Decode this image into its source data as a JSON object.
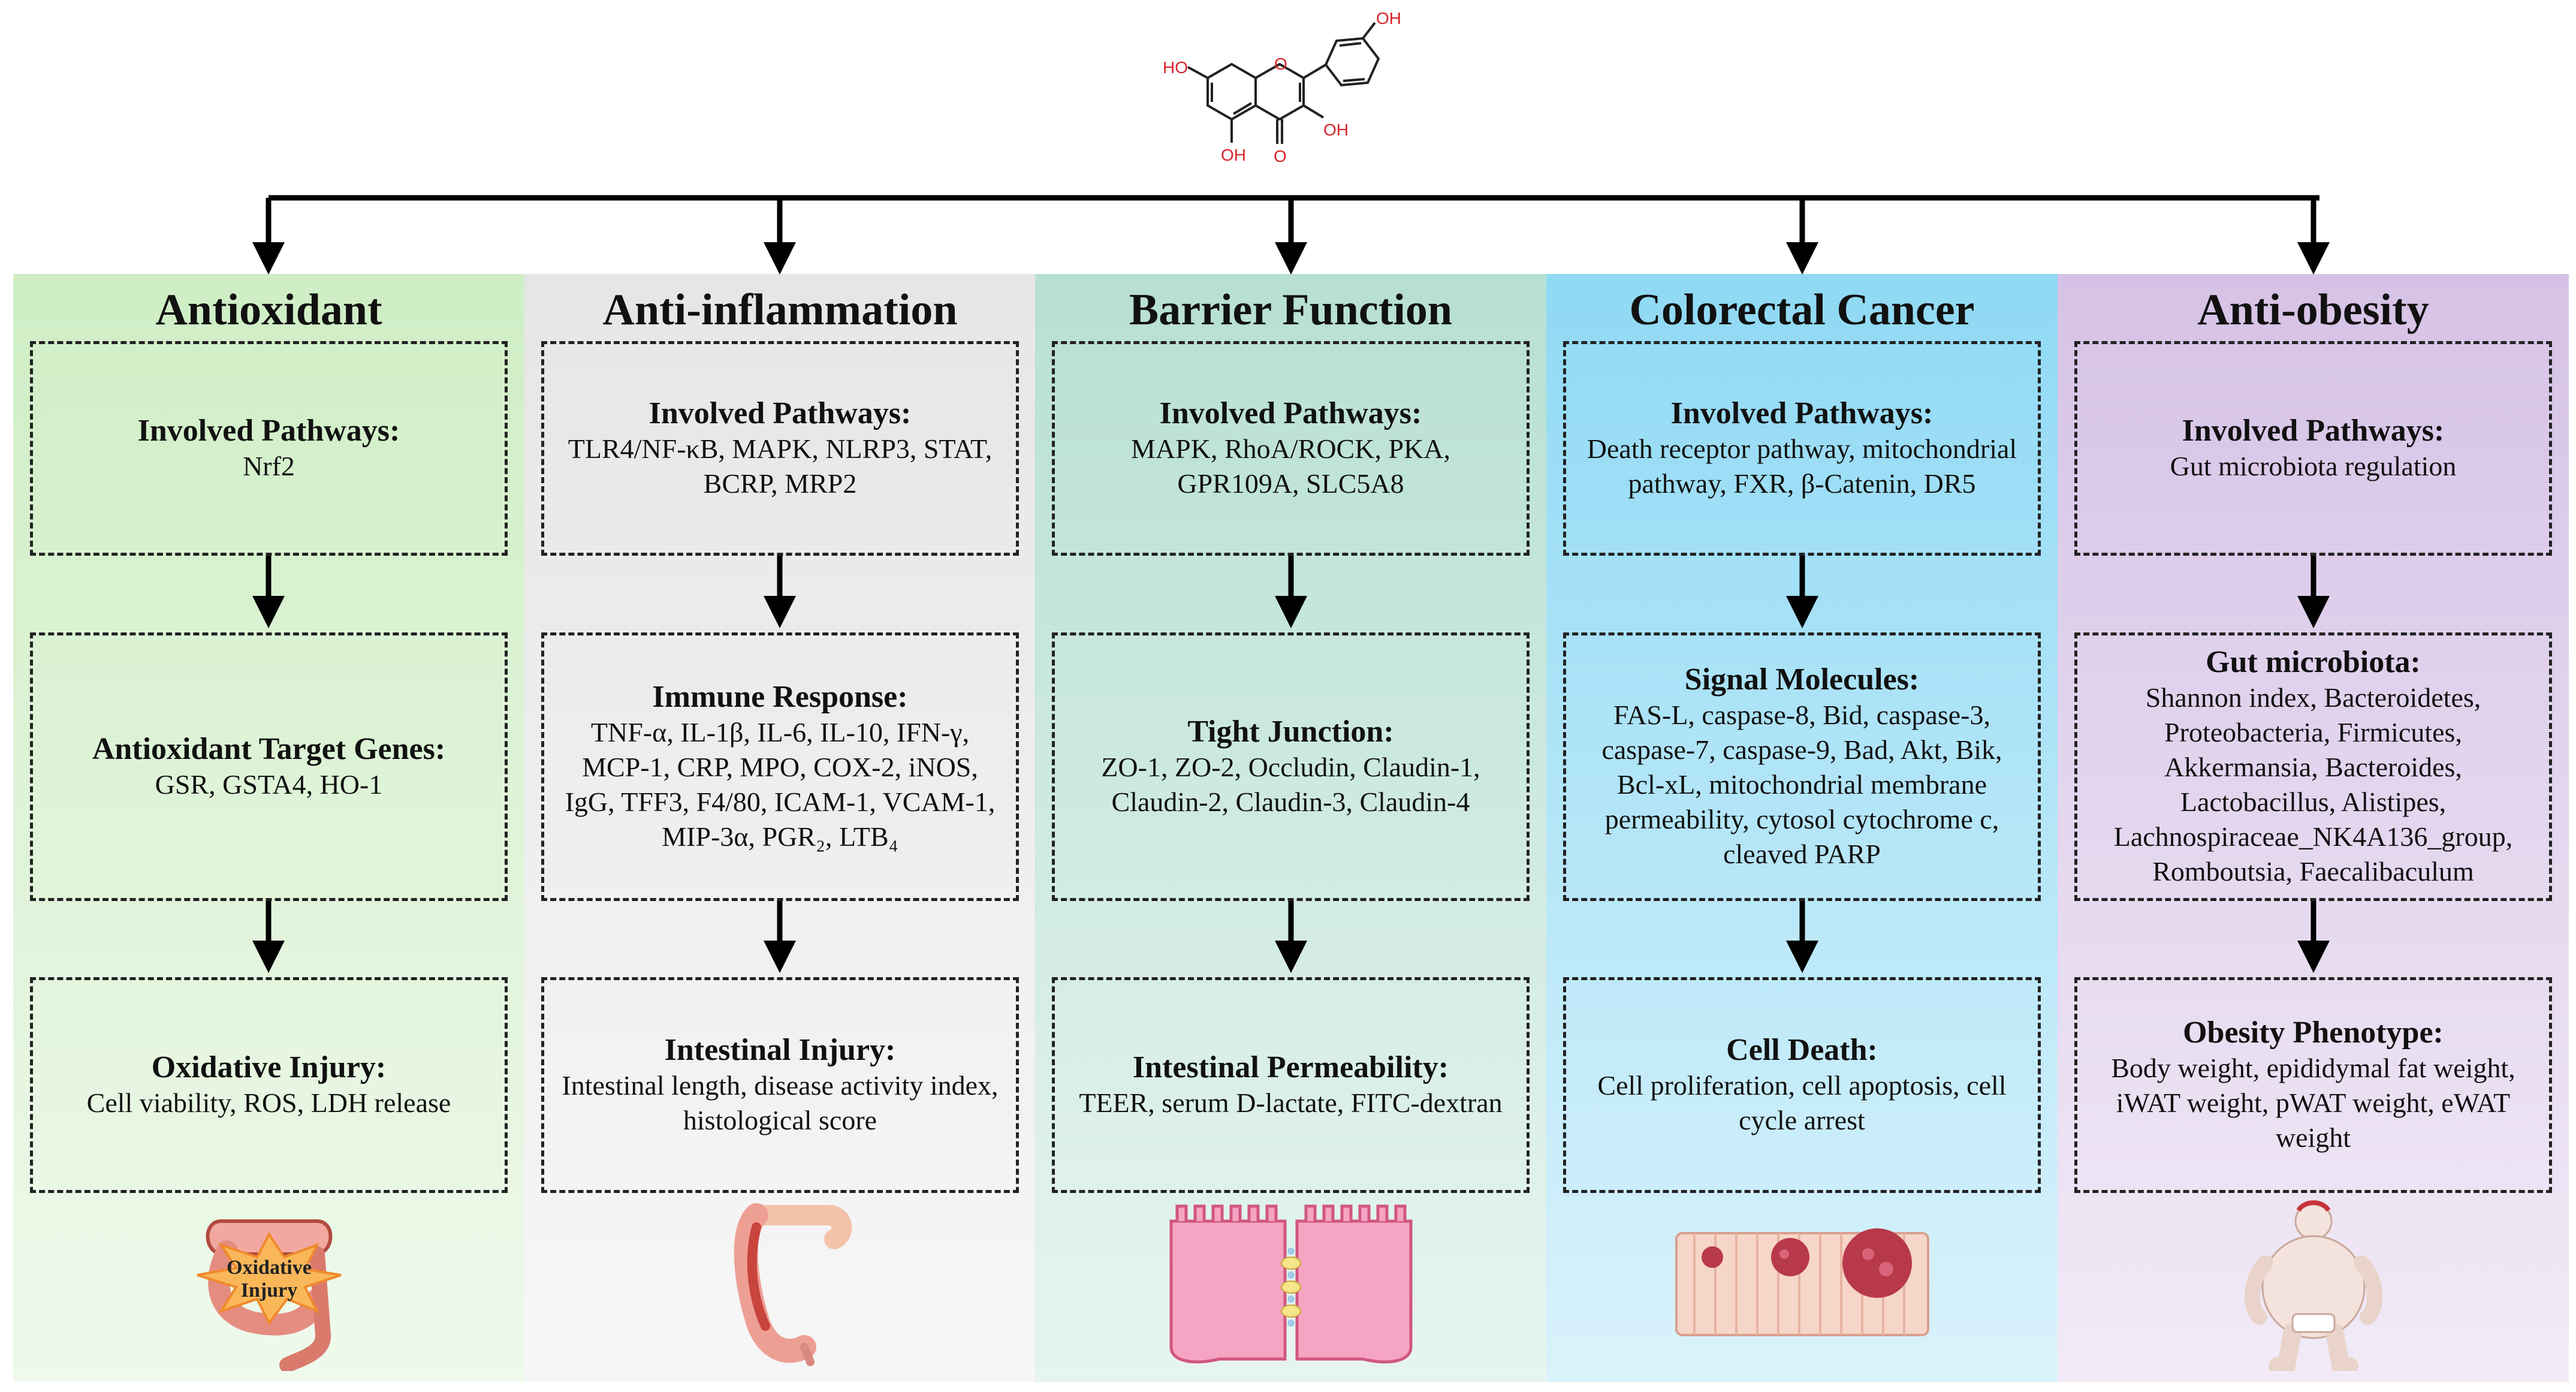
{
  "molecule": {
    "labels": {
      "oh_top": "OH",
      "ho_left": "HO",
      "o_ring": "O",
      "oh_bottom": "OH",
      "o_keto": "O",
      "oh_right": "OH"
    }
  },
  "columns": [
    {
      "title": "Antioxidant",
      "bg": "#cfeec5",
      "boxes": [
        {
          "title": "Involved Pathways:",
          "text": "Nrf2"
        },
        {
          "title": "Antioxidant Target Genes:",
          "text": "GSR, GSTA4, HO-1"
        },
        {
          "title": "Oxidative Injury:",
          "text": "Cell viability, ROS, LDH release"
        }
      ],
      "illustration": {
        "icon": "intestine-oxidative-icon",
        "label": "Oxidative Injury"
      }
    },
    {
      "title": "Anti-inflammation",
      "bg": "#e6e6e6",
      "boxes": [
        {
          "title": "Involved Pathways:",
          "text": "TLR4/NF-κB, MAPK, NLRP3, STAT, BCRP, MRP2"
        },
        {
          "title": "Immune Response:",
          "text": "TNF-α, IL-1β, IL-6, IL-10, IFN-γ, MCP-1, CRP, MPO, COX-2, iNOS, IgG, TFF3, F4/80, ICAM-1, VCAM-1, MIP-3α, PGR₂, LTB₄"
        },
        {
          "title": "Intestinal Injury:",
          "text": "Intestinal length, disease activity index, histological score"
        }
      ],
      "illustration": {
        "icon": "inflamed-colon-icon"
      }
    },
    {
      "title": "Barrier Function",
      "bg": "#b7e0d2",
      "boxes": [
        {
          "title": "Involved Pathways:",
          "text": "MAPK, RhoA/ROCK, PKA, GPR109A, SLC5A8"
        },
        {
          "title": "Tight Junction:",
          "text": "ZO-1, ZO-2, Occludin, Claudin-1, Claudin-2, Claudin-3, Claudin-4"
        },
        {
          "title": "Intestinal Permeability:",
          "text": "TEER, serum D-lactate, FITC-dextran"
        }
      ],
      "illustration": {
        "icon": "tight-junction-icon"
      }
    },
    {
      "title": "Colorectal Cancer",
      "bg": "#8fd9f4",
      "boxes": [
        {
          "title": "Involved Pathways:",
          "text": "Death receptor pathway, mitochondrial pathway, FXR, β-Catenin, DR5"
        },
        {
          "title": "Signal Molecules:",
          "text": "FAS-L, caspase-8, Bid, caspase-3, caspase-7, caspase-9, Bad, Akt, Bik, Bcl-xL, mitochondrial membrane permeability, cytosol cytochrome c, cleaved PARP"
        },
        {
          "title": "Cell Death:",
          "text": "Cell proliferation, cell apoptosis, cell cycle arrest"
        }
      ],
      "illustration": {
        "icon": "colon-tumor-icon"
      }
    },
    {
      "title": "Anti-obesity",
      "bg": "#d6c2e6",
      "boxes": [
        {
          "title": "Involved Pathways:",
          "text": "Gut microbiota regulation"
        },
        {
          "title": "Gut microbiota:",
          "text": "Shannon index, Bacteroidetes, Proteobacteria, Firmicutes, Akkermansia, Bacteroides, Lactobacillus, Alistipes, Lachnospiraceae_NK4A136_group, Romboutsia, Faecalibaculum"
        },
        {
          "title": "Obesity Phenotype:",
          "text": "Body weight, epididymal fat weight, iWAT weight, pWAT weight, eWAT weight"
        }
      ],
      "illustration": {
        "icon": "obese-person-icon"
      }
    }
  ]
}
